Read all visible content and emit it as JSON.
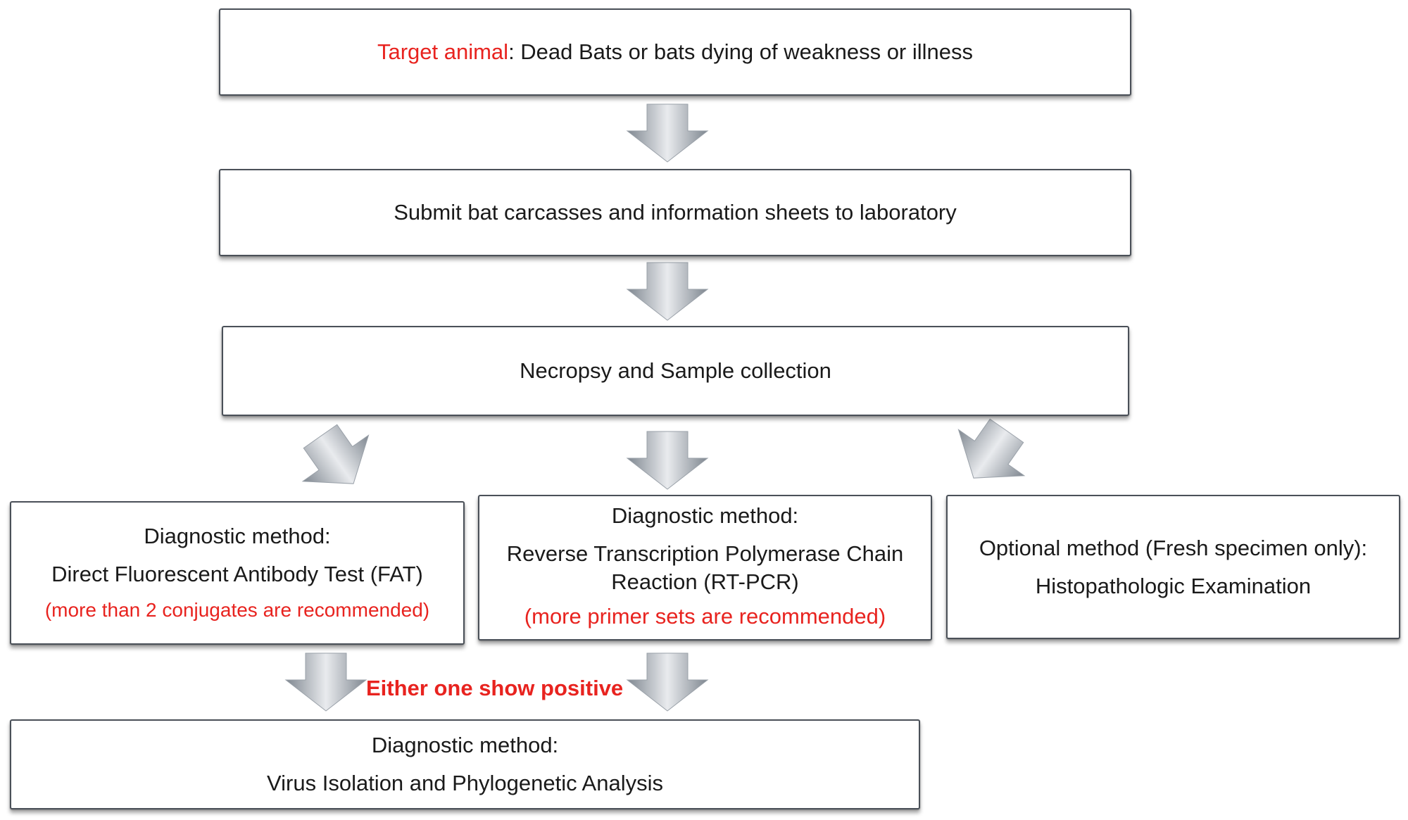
{
  "boxes": {
    "target": {
      "highlight": "Target animal",
      "text": ": Dead Bats or bats dying of weakness or illness"
    },
    "submit": {
      "text": "Submit bat carcasses and information sheets to laboratory"
    },
    "necropsy": {
      "text": "Necropsy and Sample collection"
    },
    "fat": {
      "line1": "Diagnostic method:",
      "line2": "Direct Fluorescent Antibody Test (FAT)",
      "note": "(more than 2 conjugates are recommended)"
    },
    "rtpcr": {
      "line1": "Diagnostic method:",
      "line2": "Reverse Transcription Polymerase Chain",
      "line3": "Reaction (RT-PCR)",
      "note": "(more  primer sets are recommended)"
    },
    "histo": {
      "line1": "Optional method (Fresh specimen only):",
      "line2": "Histopathologic Examination"
    },
    "virus": {
      "line1": "Diagnostic method:",
      "line2": "Virus Isolation and Phylogenetic Analysis"
    }
  },
  "banner": "Either one show positive",
  "colors": {
    "highlight": "#e8231f",
    "arrow_dark": "#7f8790",
    "arrow_light": "#e9ebee",
    "border": "#4a5058"
  }
}
